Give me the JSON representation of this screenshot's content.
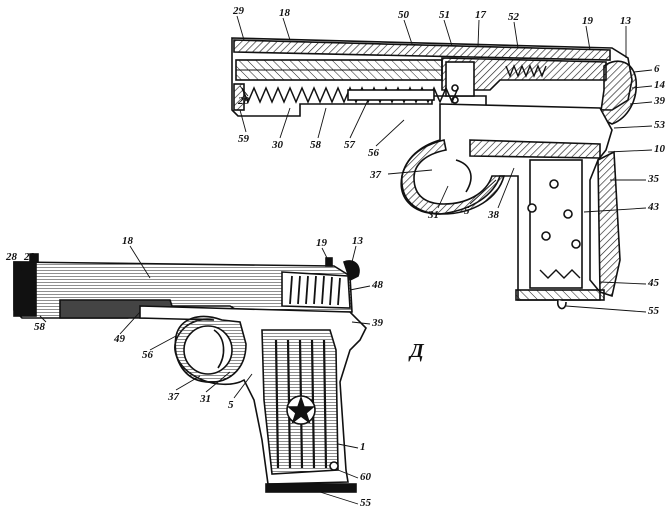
{
  "figure_letter": "Д",
  "cutaway": {
    "callouts": [
      "29",
      "18",
      "50",
      "51",
      "17",
      "52",
      "19",
      "13",
      "6",
      "14",
      "39",
      "53",
      "10",
      "35",
      "43",
      "45",
      "55",
      "28",
      "59",
      "30",
      "58",
      "57",
      "56",
      "37",
      "31",
      "5",
      "38"
    ]
  },
  "exterior": {
    "callouts": [
      "28",
      "29",
      "18",
      "19",
      "13",
      "48",
      "39",
      "58",
      "49",
      "56",
      "37",
      "31",
      "5",
      "1",
      "60",
      "55"
    ]
  }
}
